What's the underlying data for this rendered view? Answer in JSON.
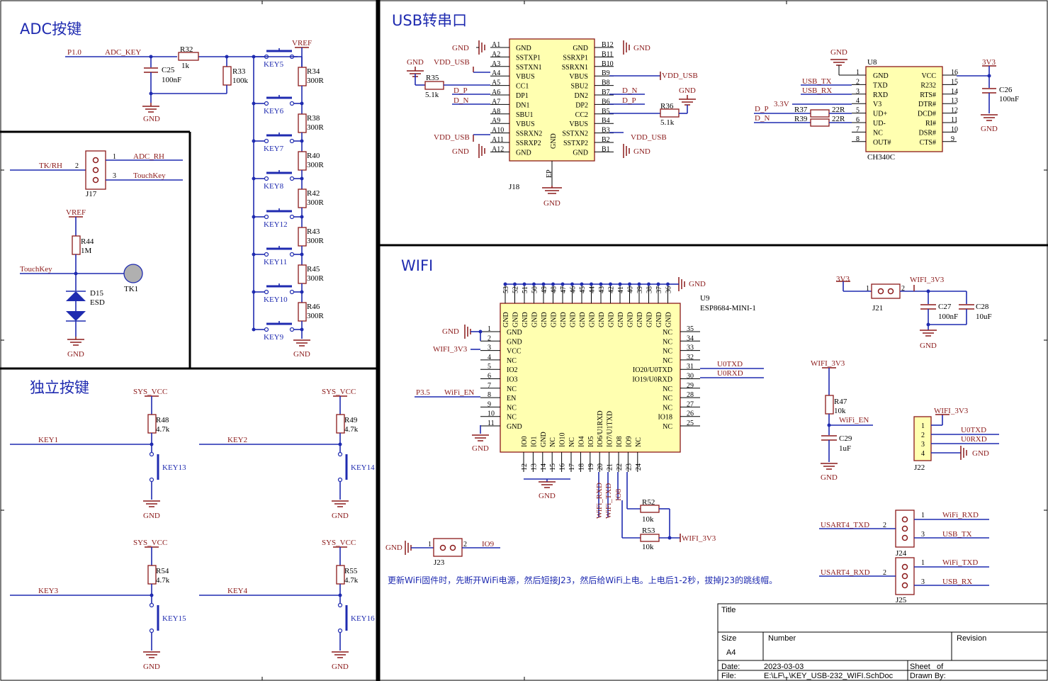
{
  "sections": {
    "adc": "ADC按键",
    "usb": "USB转串口",
    "wifi": "WIFI",
    "indep": "独立按键"
  },
  "note": "更新WiFi固件时，先断开WiFi电源，然后短接J23，然后给WiFi上电。上电后1-2秒，拔掉J23的跳线帽。",
  "title_block": {
    "title_label": "Title",
    "size_label": "Size",
    "size_value": "A4",
    "number_label": "Number",
    "revision_label": "Revision",
    "date_label": "Date:",
    "date_value": "2023-03-03",
    "sheet_label": "Sheet",
    "of_label": "of",
    "file_label": "File:",
    "file_value": "E:\\LF\\..\\KEY_USB-232_WIFI.SchDoc",
    "drawn_label": "Drawn By:"
  },
  "adc": {
    "p10": "P1.0",
    "adc_key": "ADC_KEY",
    "vref": "VREF",
    "r32": "R32",
    "r32v": "1k",
    "c25": "C25",
    "c25v": "100nF",
    "r33": "R33",
    "r33v": "100k",
    "gnd": "GND",
    "keys": [
      "KEY5",
      "KEY6",
      "KEY7",
      "KEY8",
      "KEY12",
      "KEY11",
      "KEY10",
      "KEY9"
    ],
    "res": [
      "R34",
      "R38",
      "R40",
      "R42",
      "R43",
      "R45",
      "R46"
    ],
    "resv": "300R"
  },
  "touch": {
    "tkrh": "TK/RH",
    "adc_rh": "ADC_RH",
    "touchkey": "TouchKey",
    "j17": "J17",
    "vref": "VREF",
    "r44": "R44",
    "r44v": "1M",
    "d15": "D15",
    "esd": "ESD",
    "tk1": "TK1",
    "gnd": "GND"
  },
  "indep": {
    "sys_vcc": "SYS_VCC",
    "gnd": "GND",
    "blocks": [
      {
        "key": "KEY1",
        "r": "R48",
        "sw": "KEY13"
      },
      {
        "key": "KEY2",
        "r": "R49",
        "sw": "KEY14"
      },
      {
        "key": "KEY3",
        "r": "R54",
        "sw": "KEY15"
      },
      {
        "key": "KEY4",
        "r": "R55",
        "sw": "KEY16"
      }
    ],
    "rv": "4.7k"
  },
  "usb": {
    "j18": "J18",
    "ep": "EP",
    "left_pins": [
      "A1",
      "A2",
      "A3",
      "A4",
      "A5",
      "A6",
      "A7",
      "A8",
      "A9",
      "A10",
      "A11",
      "A12"
    ],
    "left_names": [
      "GND",
      "SSTXP1",
      "SSTXN1",
      "VBUS",
      "CC1",
      "DP1",
      "DN1",
      "SBU1",
      "VBUS",
      "SSRXN2",
      "SSRXP2",
      "GND"
    ],
    "right_pins": [
      "B12",
      "B11",
      "B10",
      "B9",
      "B8",
      "B7",
      "B6",
      "B5",
      "B4",
      "B3",
      "B2",
      "B1"
    ],
    "right_names": [
      "GND",
      "SSRXP1",
      "SSRXN1",
      "VBUS",
      "SBU2",
      "DN2",
      "DP2",
      "CC2",
      "VBUS",
      "SSTXN2",
      "SSTXP2",
      "GND"
    ],
    "gnd": "GND",
    "vdd_usb": "VDD_USB",
    "r35": "R35",
    "r36": "R36",
    "rv": "5.1k",
    "d_p": "D_P",
    "d_n": "D_N",
    "gnd_mid": "GND",
    "u8": "U8",
    "ch340": "CH340C",
    "ch_left_pins": [
      "1",
      "2",
      "3",
      "4",
      "5",
      "6",
      "7",
      "8"
    ],
    "ch_left_names": [
      "GND",
      "TXD",
      "RXD",
      "V3",
      "UD+",
      "UD-",
      "NC",
      "OUT#"
    ],
    "ch_right_pins": [
      "16",
      "15",
      "14",
      "13",
      "12",
      "11",
      "10",
      "9"
    ],
    "ch_right_names": [
      "VCC",
      "R232",
      "RTS#",
      "DTR#",
      "DCD#",
      "RI#",
      "DSR#",
      "CTS#"
    ],
    "usb_tx": "USB_TX",
    "usb_rx": "USB_RX",
    "v33": "3.3V",
    "r37": "R37",
    "r39": "R39",
    "r22": "22R",
    "c26": "C26",
    "c26v": "100nF",
    "v3v3": "3V3"
  },
  "wifi": {
    "u9": "U9",
    "esp": "ESP8684-MINI-1",
    "top_pins": [
      "53",
      "52",
      "51",
      "50",
      "49",
      "48",
      "47",
      "46",
      "45",
      "44",
      "43",
      "42",
      "41",
      "40",
      "39",
      "38",
      "37",
      "36"
    ],
    "top_name": "GND",
    "left_pins": [
      "1",
      "2",
      "3",
      "4",
      "5",
      "6",
      "7",
      "8",
      "9",
      "10",
      "11"
    ],
    "left_names": [
      "GND",
      "GND",
      "VCC",
      "NC",
      "IO2",
      "IO3",
      "NC",
      "EN",
      "NC",
      "NC",
      "GND"
    ],
    "right_pins": [
      "35",
      "34",
      "33",
      "32",
      "31",
      "30",
      "29",
      "28",
      "27",
      "26",
      "25"
    ],
    "right_names": [
      "NC",
      "NC",
      "NC",
      "NC",
      "IO20/U0TXD",
      "IO19/U0RXD",
      "NC",
      "NC",
      "NC",
      "IO18",
      "NC"
    ],
    "bot_pins": [
      "12",
      "13",
      "14",
      "15",
      "16",
      "17",
      "18",
      "19",
      "20",
      "21",
      "22",
      "23",
      "24"
    ],
    "bot_names": [
      "IO0",
      "IO1",
      "GND",
      "NC",
      "IO10",
      "NC",
      "IO4",
      "IO5",
      "IO6/U1RXD",
      "IO7/U1TXD",
      "IO8",
      "IO9",
      "NC"
    ],
    "gnd": "GND",
    "wifi_3v3": "WIFI_3V3",
    "p35": "P3.5",
    "wifi_en": "WiFi_EN",
    "u0txd": "U0TXD",
    "u0rxd": "U0RXD",
    "wifi_rxd": "WiFi_RXD",
    "wifi_txd": "WiFi_TXD",
    "io8": "IO8",
    "io9": "IO9",
    "r52": "R52",
    "r53": "R53",
    "r10k": "10k",
    "v3v3": "3V3",
    "j21": "J21",
    "c27": "C27",
    "c27v": "100nF",
    "c28": "C28",
    "c28v": "10uF",
    "r47": "R47",
    "c29": "C29",
    "c29v": "1uF",
    "wifi_en2": "WiFi_EN",
    "j22": "J22",
    "j22_pins": [
      "1",
      "2",
      "3",
      "4"
    ],
    "j23": "J23",
    "j24": "J24",
    "j25": "J25",
    "usart4_txd": "USART4_TXD",
    "usart4_rxd": "USART4_RXD",
    "usb_tx": "USB_TX",
    "usb_rx": "USB_RX"
  }
}
